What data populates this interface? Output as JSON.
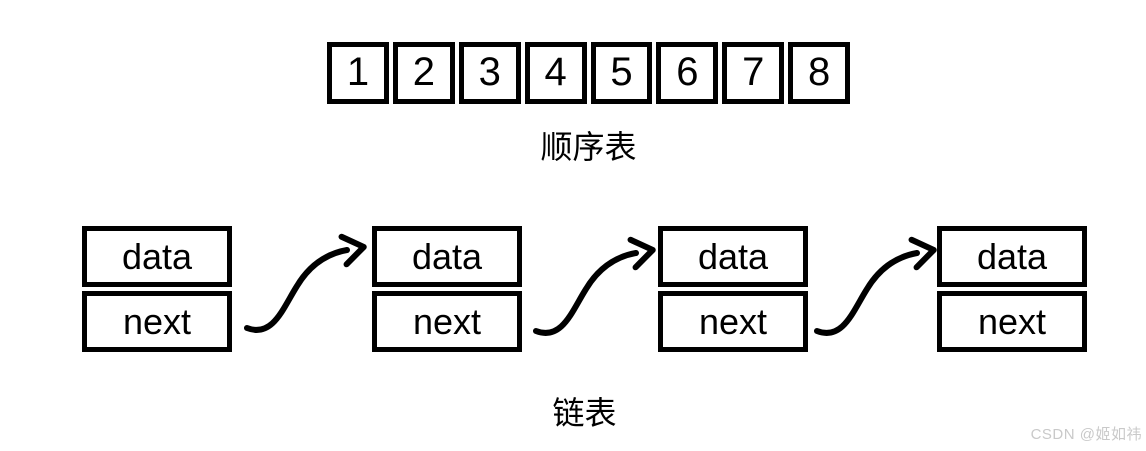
{
  "colors": {
    "ink": "#000000",
    "background": "#ffffff",
    "watermark_gray": "#c9c9c9"
  },
  "sequential_list": {
    "label": "顺序表",
    "cells": [
      "1",
      "2",
      "3",
      "4",
      "5",
      "6",
      "7",
      "8"
    ]
  },
  "linked_list": {
    "label": "链表",
    "nodes": [
      {
        "data_label": "data",
        "next_label": "next"
      },
      {
        "data_label": "data",
        "next_label": "next"
      },
      {
        "data_label": "data",
        "next_label": "next"
      },
      {
        "data_label": "data",
        "next_label": "next"
      }
    ]
  },
  "watermark": {
    "text": "CSDN @姬如祎"
  }
}
